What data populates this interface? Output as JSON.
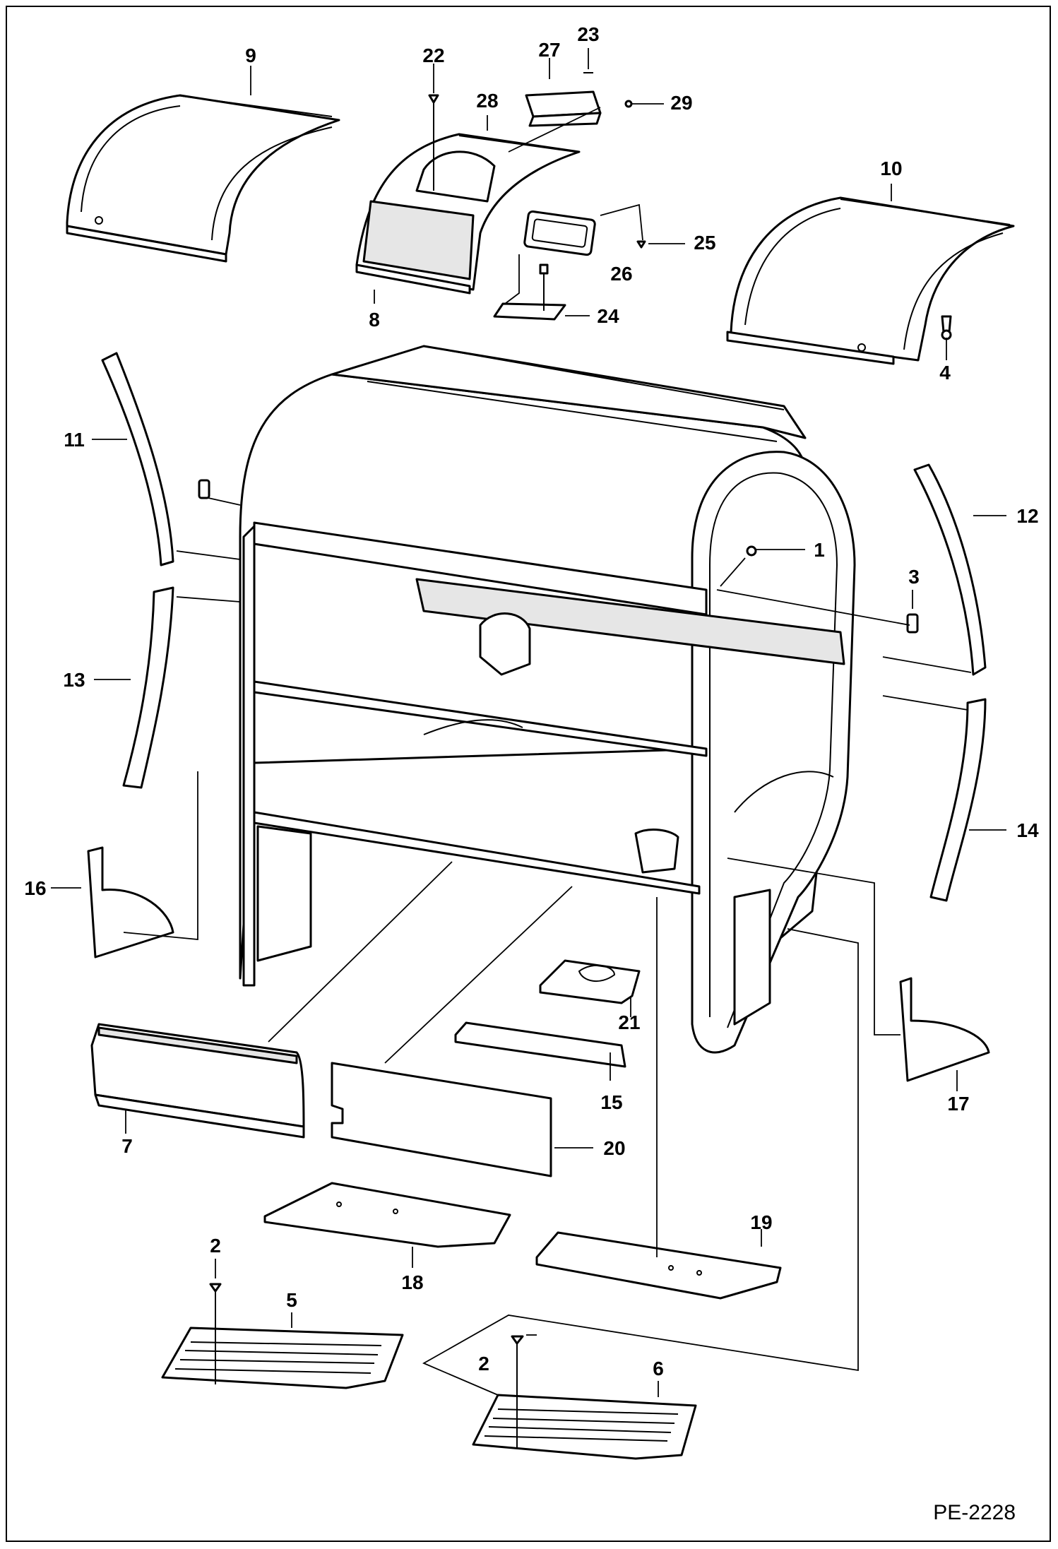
{
  "drawing": {
    "reference_code": "PE-2228",
    "callouts": [
      {
        "id": "c1",
        "label": "1"
      },
      {
        "id": "c2a",
        "label": "2"
      },
      {
        "id": "c2b",
        "label": "2"
      },
      {
        "id": "c3",
        "label": "3"
      },
      {
        "id": "c4",
        "label": "4"
      },
      {
        "id": "c5",
        "label": "5"
      },
      {
        "id": "c6",
        "label": "6"
      },
      {
        "id": "c7",
        "label": "7"
      },
      {
        "id": "c8",
        "label": "8"
      },
      {
        "id": "c9",
        "label": "9"
      },
      {
        "id": "c10",
        "label": "10"
      },
      {
        "id": "c11",
        "label": "11"
      },
      {
        "id": "c12",
        "label": "12"
      },
      {
        "id": "c13",
        "label": "13"
      },
      {
        "id": "c14",
        "label": "14"
      },
      {
        "id": "c15",
        "label": "15"
      },
      {
        "id": "c16",
        "label": "16"
      },
      {
        "id": "c17",
        "label": "17"
      },
      {
        "id": "c18",
        "label": "18"
      },
      {
        "id": "c19",
        "label": "19"
      },
      {
        "id": "c20",
        "label": "20"
      },
      {
        "id": "c21",
        "label": "21"
      },
      {
        "id": "c22",
        "label": "22"
      },
      {
        "id": "c23",
        "label": "23"
      },
      {
        "id": "c24",
        "label": "24"
      },
      {
        "id": "c25",
        "label": "25"
      },
      {
        "id": "c26",
        "label": "26"
      },
      {
        "id": "c27",
        "label": "27"
      },
      {
        "id": "c28",
        "label": "28"
      },
      {
        "id": "c29",
        "label": "29"
      }
    ]
  }
}
